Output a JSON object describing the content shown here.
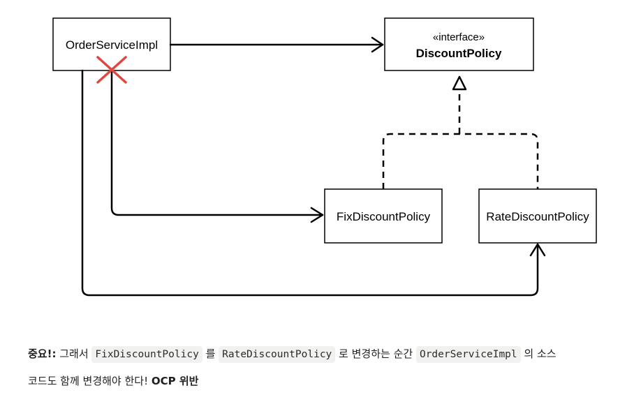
{
  "diagram": {
    "order_service_impl": "OrderServiceImpl",
    "discount_policy_stereotype": "«interface»",
    "discount_policy": "DiscountPolicy",
    "fix_discount_policy": "FixDiscountPolicy",
    "rate_discount_policy": "RateDiscountPolicy",
    "cross_mark_color": "#e0473f"
  },
  "caption": {
    "important_label": "중요!:",
    "text_1": " 그래서 ",
    "code_fix": "FixDiscountPolicy",
    "text_2": " 를 ",
    "code_rate": "RateDiscountPolicy",
    "text_3": " 로 변경하는 순간 ",
    "code_impl": "OrderServiceImpl",
    "text_4": " 의 소스",
    "text_5": "코드도 함께 변경해야 한다! ",
    "violation": "OCP 위반"
  }
}
